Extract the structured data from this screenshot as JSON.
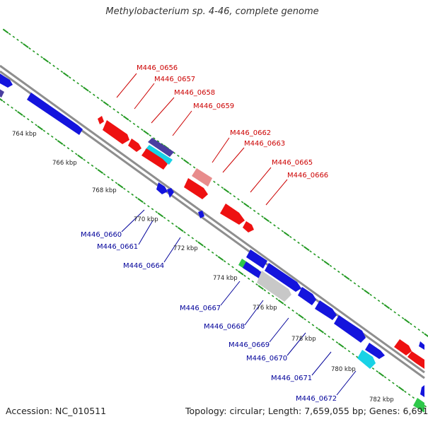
{
  "title": "Methylobacterium sp. 4-46, complete genome",
  "footer": {
    "accession": "Accession: NC_010511",
    "topology": "Topology: circular; Length: 7,659,055 bp; Genes: 6,691"
  },
  "colors": {
    "forward_cds": "#ee1111",
    "forward_light": "#e88c8c",
    "reverse_cds": "#1414dd",
    "reverse_light": "#c8c8c8",
    "cyan_feature": "#19d2e6",
    "purple_feature": "#4a3ea0",
    "green_feature": "#2ec84a",
    "backbone": "#8e8e8e",
    "tick": "#229922",
    "forward_label": "#cc0000",
    "reverse_label": "#000099"
  },
  "scale_labels": [
    "764 kbp",
    "766 kbp",
    "768 kbp",
    "770 kbp",
    "772 kbp",
    "774 kbp",
    "776 kbp",
    "778 kbp",
    "780 kbp",
    "782 kbp"
  ],
  "forward_labels": [
    "M446_0656",
    "M446_0657",
    "M446_0658",
    "M446_0659",
    "M446_0662",
    "M446_0663",
    "M446_0665",
    "M446_0666"
  ],
  "reverse_labels": [
    "M446_0660",
    "M446_0661",
    "M446_0664",
    "M446_0667",
    "M446_0668",
    "M446_0669",
    "M446_0670",
    "M446_0671",
    "M446_0672"
  ]
}
